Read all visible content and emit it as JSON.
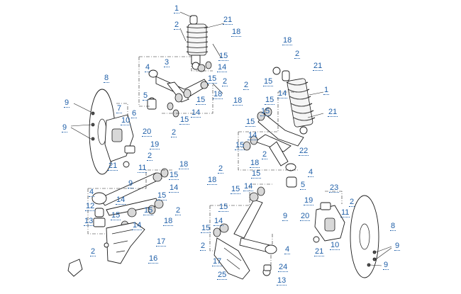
{
  "callouts": [
    {
      "id": "c1a",
      "label": "1"
    },
    {
      "id": "c2a",
      "label": "2"
    },
    {
      "id": "c21a",
      "label": "21"
    },
    {
      "id": "c18a",
      "label": "18"
    },
    {
      "id": "c15a",
      "label": "15"
    },
    {
      "id": "c4a",
      "label": "4"
    },
    {
      "id": "c3a",
      "label": "3"
    },
    {
      "id": "c14a",
      "label": "14"
    },
    {
      "id": "c15b",
      "label": "15"
    },
    {
      "id": "c2b",
      "label": "2"
    },
    {
      "id": "c5a",
      "label": "5"
    },
    {
      "id": "c15c",
      "label": "15"
    },
    {
      "id": "c18b",
      "label": "18"
    },
    {
      "id": "c14b",
      "label": "14"
    },
    {
      "id": "c15d",
      "label": "15"
    },
    {
      "id": "c2c",
      "label": "2"
    },
    {
      "id": "c8a",
      "label": "8"
    },
    {
      "id": "c9a",
      "label": "9"
    },
    {
      "id": "c7a",
      "label": "7"
    },
    {
      "id": "c6a",
      "label": "6"
    },
    {
      "id": "c10a",
      "label": "10"
    },
    {
      "id": "c9b",
      "label": "9"
    },
    {
      "id": "c20a",
      "label": "20"
    },
    {
      "id": "c19a",
      "label": "19"
    },
    {
      "id": "c2d",
      "label": "2"
    },
    {
      "id": "c21b",
      "label": "21"
    },
    {
      "id": "c11a",
      "label": "11"
    },
    {
      "id": "c18c",
      "label": "18"
    },
    {
      "id": "c2e",
      "label": "2"
    },
    {
      "id": "c21c",
      "label": "21"
    },
    {
      "id": "c1b",
      "label": "1"
    },
    {
      "id": "c15e",
      "label": "15"
    },
    {
      "id": "c14c",
      "label": "14"
    },
    {
      "id": "c2f",
      "label": "2"
    },
    {
      "id": "c18d",
      "label": "18"
    },
    {
      "id": "c15f",
      "label": "15"
    },
    {
      "id": "c15g",
      "label": "15"
    },
    {
      "id": "c21d",
      "label": "21"
    },
    {
      "id": "c15h",
      "label": "15"
    },
    {
      "id": "c14d",
      "label": "14"
    },
    {
      "id": "c15i",
      "label": "15"
    },
    {
      "id": "c2g",
      "label": "2"
    },
    {
      "id": "c22a",
      "label": "22"
    },
    {
      "id": "c18e",
      "label": "18"
    },
    {
      "id": "c4b",
      "label": "4"
    },
    {
      "id": "c18f",
      "label": "18"
    },
    {
      "id": "c15j",
      "label": "15"
    },
    {
      "id": "c9c",
      "label": "9"
    },
    {
      "id": "c14e",
      "label": "14"
    },
    {
      "id": "c4c",
      "label": "4"
    },
    {
      "id": "c15k",
      "label": "15"
    },
    {
      "id": "c14f",
      "label": "14"
    },
    {
      "id": "c12a",
      "label": "12"
    },
    {
      "id": "c15l",
      "label": "15"
    },
    {
      "id": "c2h",
      "label": "2"
    },
    {
      "id": "c13a",
      "label": "13"
    },
    {
      "id": "c15m",
      "label": "15"
    },
    {
      "id": "c18g",
      "label": "18"
    },
    {
      "id": "c14g",
      "label": "14"
    },
    {
      "id": "c17a",
      "label": "17"
    },
    {
      "id": "c2i",
      "label": "2"
    },
    {
      "id": "c16a",
      "label": "16"
    },
    {
      "id": "c2j",
      "label": "2"
    },
    {
      "id": "c18h",
      "label": "18"
    },
    {
      "id": "c15n",
      "label": "15"
    },
    {
      "id": "c14h",
      "label": "14"
    },
    {
      "id": "c15o",
      "label": "15"
    },
    {
      "id": "c15p",
      "label": "15"
    },
    {
      "id": "c9d",
      "label": "9"
    },
    {
      "id": "c15q",
      "label": "15"
    },
    {
      "id": "c14i",
      "label": "14"
    },
    {
      "id": "c2k",
      "label": "2"
    },
    {
      "id": "c4d",
      "label": "4"
    },
    {
      "id": "c17b",
      "label": "17"
    },
    {
      "id": "c25a",
      "label": "25"
    },
    {
      "id": "c24a",
      "label": "24"
    },
    {
      "id": "c13b",
      "label": "13"
    },
    {
      "id": "c5b",
      "label": "5"
    },
    {
      "id": "c23a",
      "label": "23"
    },
    {
      "id": "c19b",
      "label": "19"
    },
    {
      "id": "c2l",
      "label": "2"
    },
    {
      "id": "c20b",
      "label": "20"
    },
    {
      "id": "c11b",
      "label": "11"
    },
    {
      "id": "c8b",
      "label": "8"
    },
    {
      "id": "c21e",
      "label": "21"
    },
    {
      "id": "c10b",
      "label": "10"
    },
    {
      "id": "c9e",
      "label": "9"
    },
    {
      "id": "c9f",
      "label": "9"
    }
  ]
}
